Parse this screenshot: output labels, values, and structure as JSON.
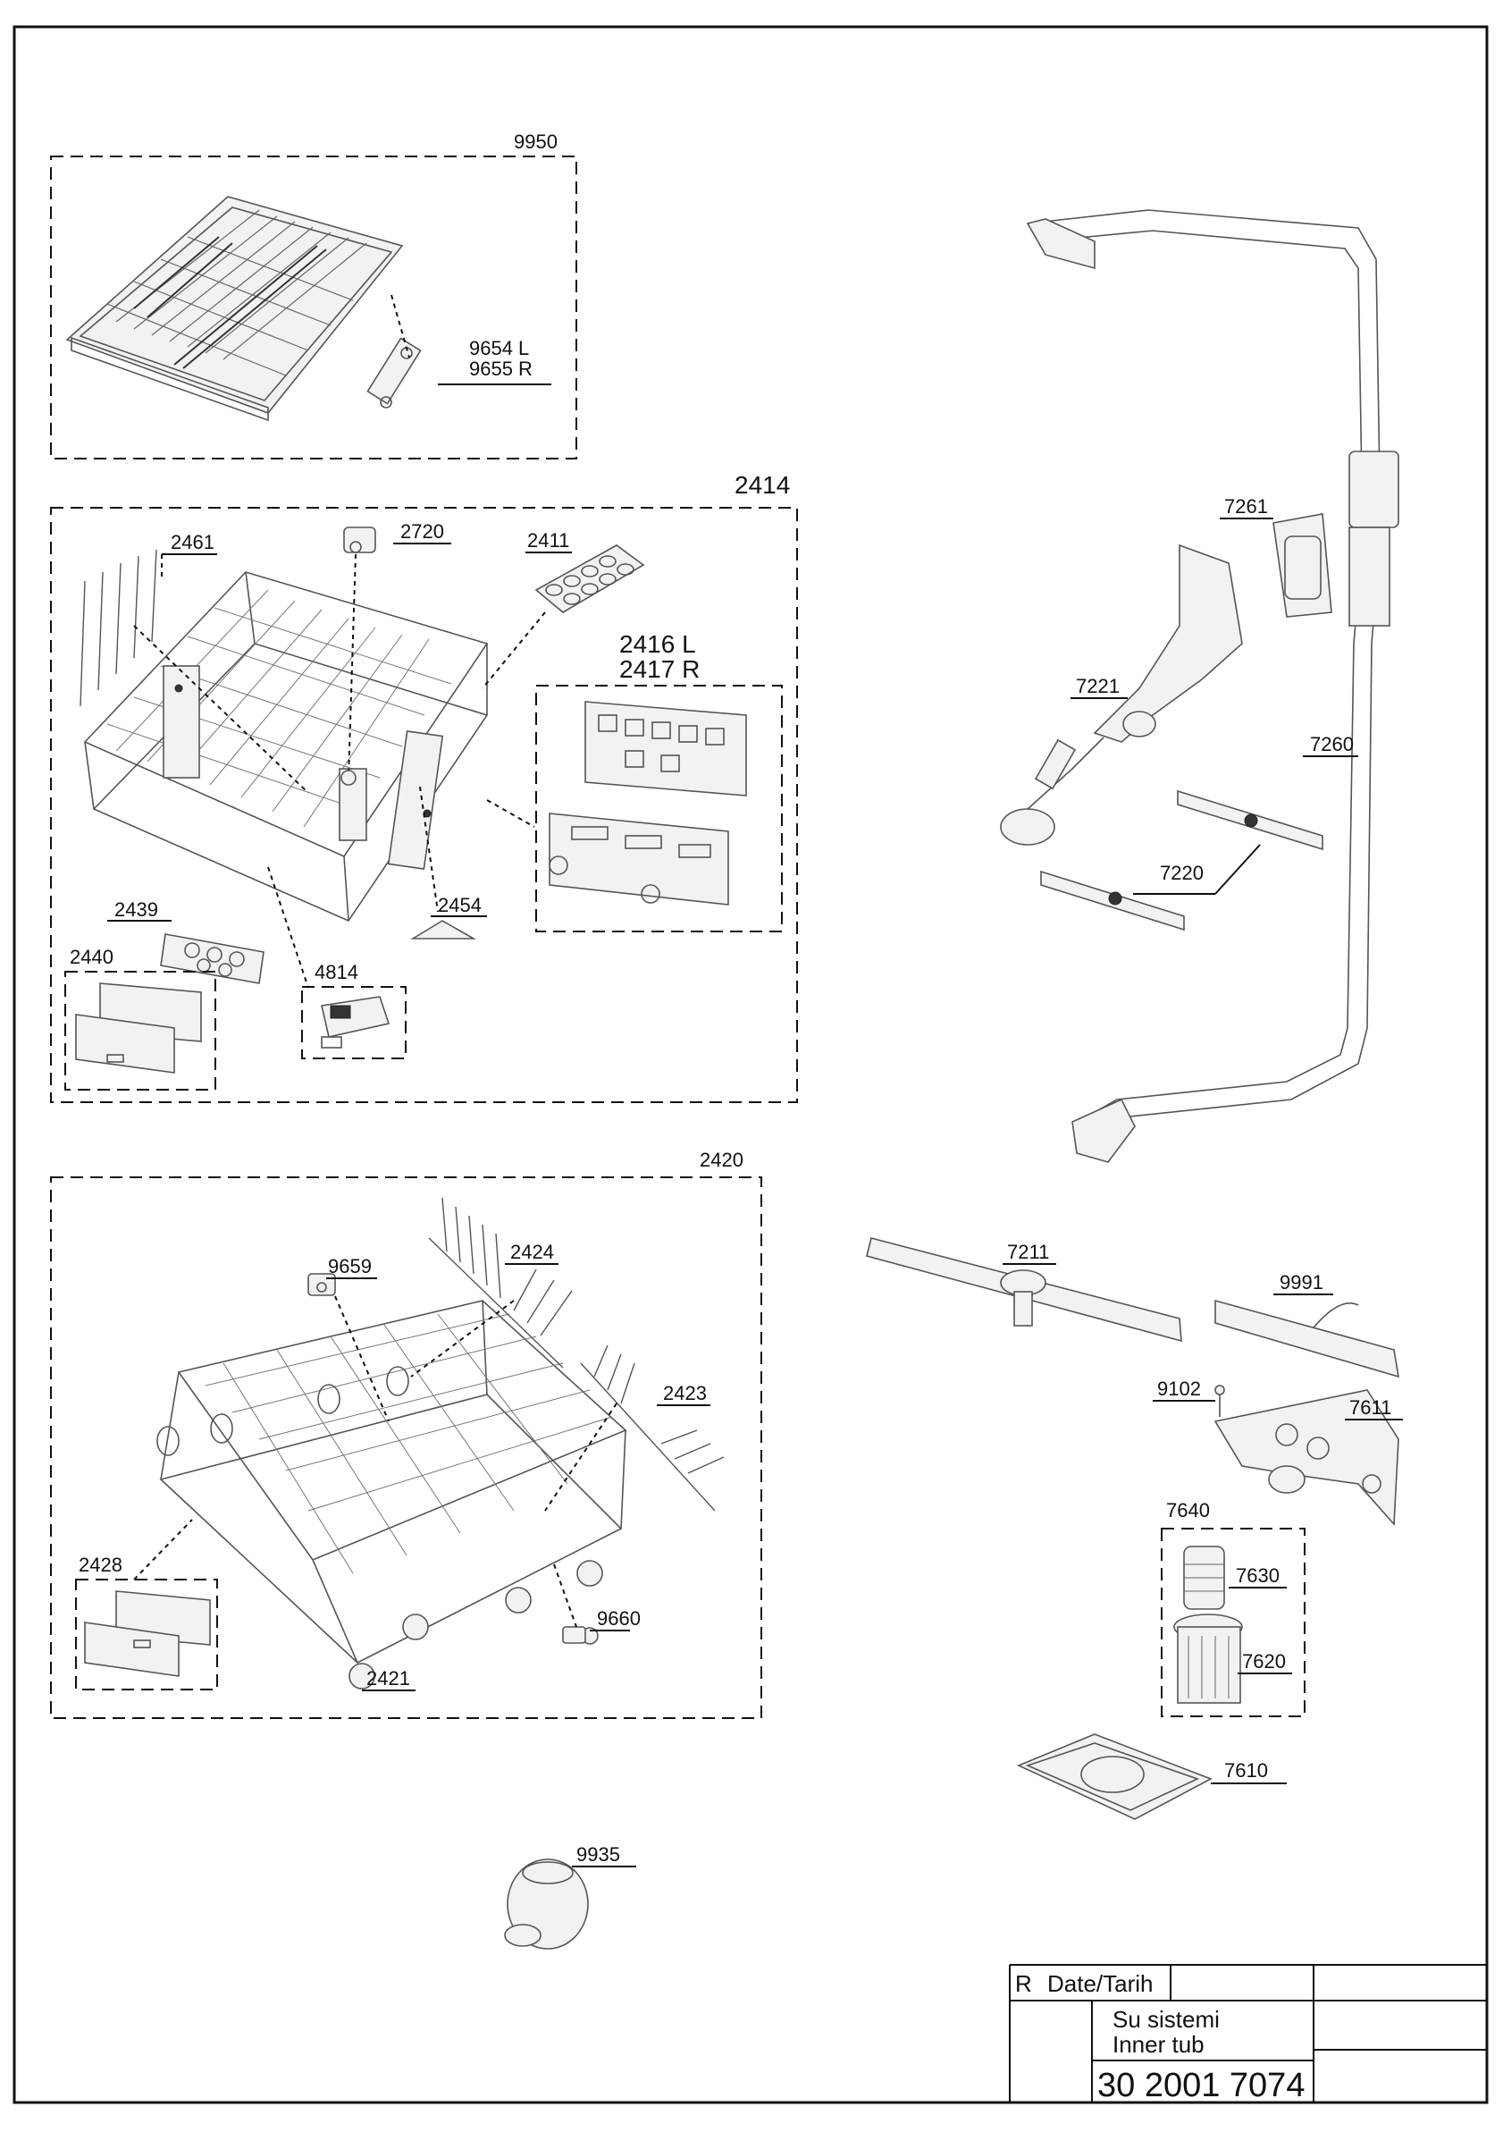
{
  "parts": {
    "p9950": "9950",
    "p9654": "9654 L",
    "p9655": "9655 R",
    "p2414": "2414",
    "p2461": "2461",
    "p2720": "2720",
    "p2411": "2411",
    "p2416": "2416 L",
    "p2417": "2417 R",
    "p2454": "2454",
    "p2439": "2439",
    "p2440": "2440",
    "p4814": "4814",
    "p2420": "2420",
    "p2424": "2424",
    "p9659": "9659",
    "p2423": "2423",
    "p2428": "2428",
    "p9660": "9660",
    "p2421": "2421",
    "p9935": "9935",
    "p7261": "7261",
    "p7221": "7221",
    "p7260": "7260",
    "p7220": "7220",
    "p7211": "7211",
    "p9991": "9991",
    "p9102": "9102",
    "p7611": "7611",
    "p7640": "7640",
    "p7630": "7630",
    "p7620": "7620",
    "p7610": "7610"
  },
  "title_block": {
    "rev": "R",
    "date_label": "Date/Tarih",
    "name_tr": "Su sistemi",
    "name_en": "Inner tub",
    "doc_number": "30 2001 7074"
  }
}
